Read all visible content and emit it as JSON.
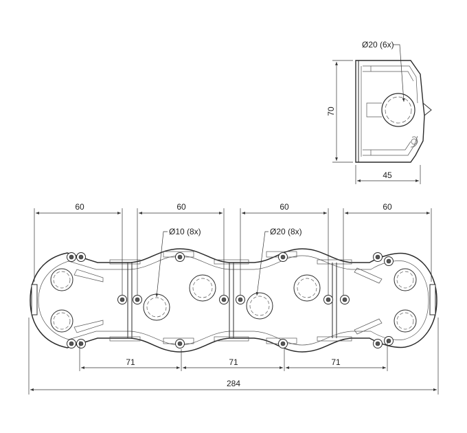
{
  "side_view": {
    "hole_callout": "Ø20 (6x)",
    "height_label": "70",
    "depth_label": "45"
  },
  "top_view": {
    "spacing_labels": [
      "60",
      "60",
      "60",
      "60"
    ],
    "small_hole_callout": "Ø10 (8x)",
    "large_hole_callout": "Ø20 (8x)",
    "pitch_labels": [
      "71",
      "71",
      "71"
    ],
    "overall_length_label": "284"
  },
  "colors": {
    "line": "#2a2a2a",
    "background": "#ffffff"
  }
}
